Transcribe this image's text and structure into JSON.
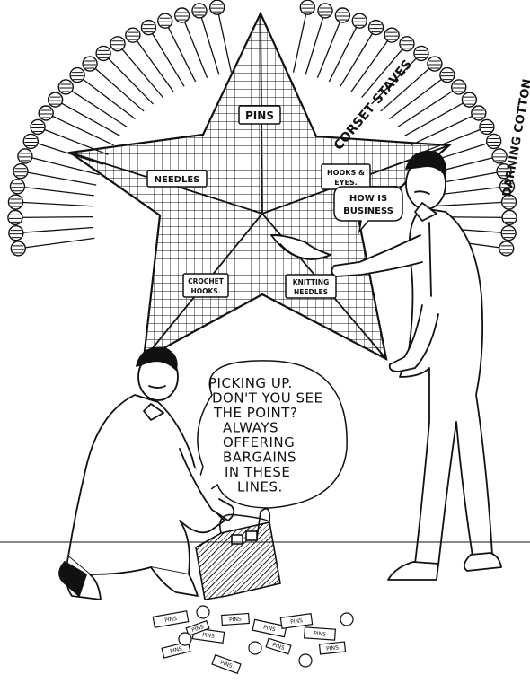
{
  "star": {
    "top_label": "PINS",
    "left_label": "NEEDLES",
    "right_label_1": "HOOKS &",
    "right_label_2": "EYES.",
    "lower_left_label_1": "CROCHET",
    "lower_left_label_2": "HOOKS.",
    "lower_right_label_1": "KNITTING",
    "lower_right_label_2": "NEEDLES"
  },
  "arc_text": {
    "corset_staves": "CORSET STAVES",
    "darning_cotton": "DARNING COTTON"
  },
  "bubble_standing": {
    "line1": "HOW IS",
    "line2": "BUSINESS"
  },
  "bubble_kneeling": {
    "lines": [
      "PICKING UP.",
      "DON'T YOU SEE",
      "THE POINT?",
      "ALWAYS",
      "OFFERING",
      "BARGAINS",
      "IN THESE",
      "LINES."
    ]
  },
  "packets": {
    "label": "PINS"
  },
  "colors": {
    "ink": "#111111",
    "paper": "#ffffff"
  }
}
